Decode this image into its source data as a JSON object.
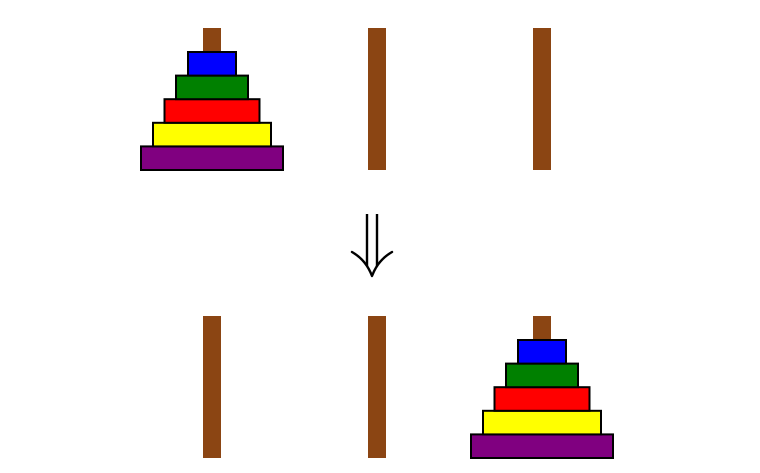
{
  "colors": {
    "peg": "#8B4513",
    "disk_outline": "#000000",
    "arrow": "#000000",
    "background": "#ffffff"
  },
  "disks": [
    {
      "name": "blue",
      "size": 1,
      "color": "#0000FF"
    },
    {
      "name": "green",
      "size": 2,
      "color": "#008000"
    },
    {
      "name": "red",
      "size": 3,
      "color": "#FF0000"
    },
    {
      "name": "yellow",
      "size": 4,
      "color": "#FFFF00"
    },
    {
      "name": "purple",
      "size": 5,
      "color": "#800080"
    }
  ],
  "states": [
    {
      "name": "initial",
      "disks_on_peg": [
        1,
        0,
        0
      ]
    },
    {
      "name": "final",
      "disks_on_peg": [
        0,
        0,
        1
      ]
    }
  ],
  "transition_symbol": "double-down-arrow-icon"
}
